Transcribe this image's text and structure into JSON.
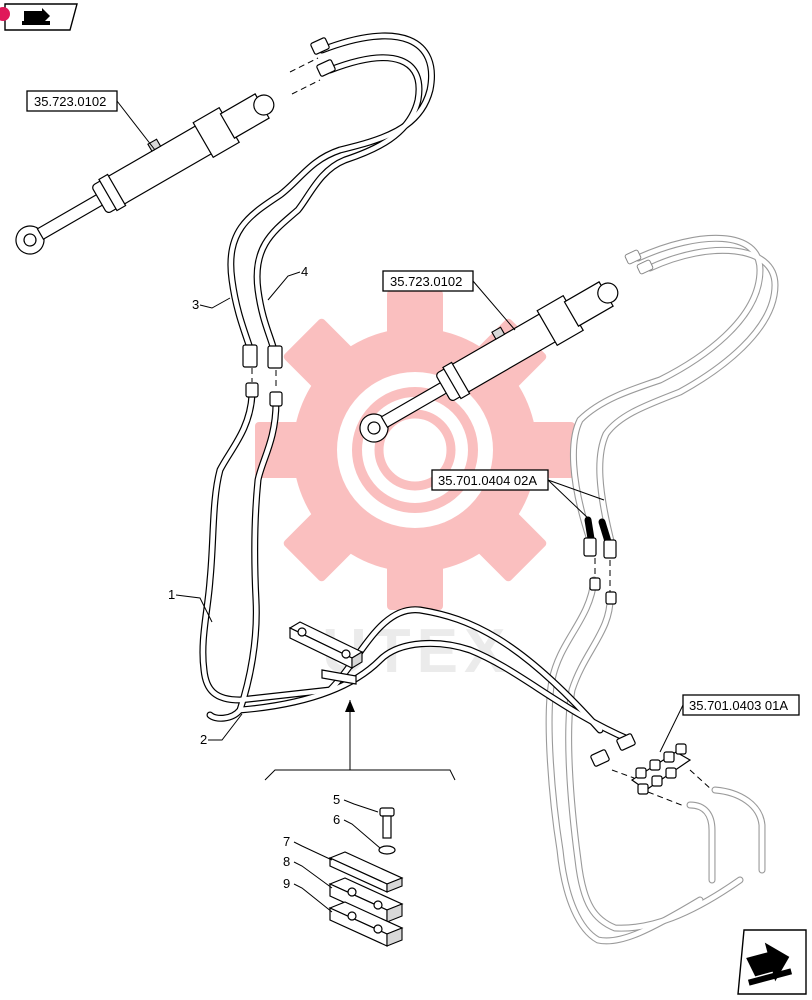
{
  "header": {
    "bookmark_icon": "bookmark-tab-icon",
    "status_dot_color": "#e0185a"
  },
  "references": [
    {
      "id": "ref-cylinder-left",
      "text": "35.723.0102"
    },
    {
      "id": "ref-cylinder-right",
      "text": "35.723.0102"
    },
    {
      "id": "ref-hoses",
      "text": "35.701.0404 02A"
    },
    {
      "id": "ref-valve",
      "text": "35.701.0403 01A"
    }
  ],
  "callouts": [
    "1",
    "2",
    "3",
    "4",
    "5",
    "6",
    "7",
    "8",
    "9"
  ],
  "watermark": {
    "text": "UTEX",
    "color": "#f28a8a"
  },
  "footer": {
    "nav_icon": "next-page-arrow-icon"
  }
}
